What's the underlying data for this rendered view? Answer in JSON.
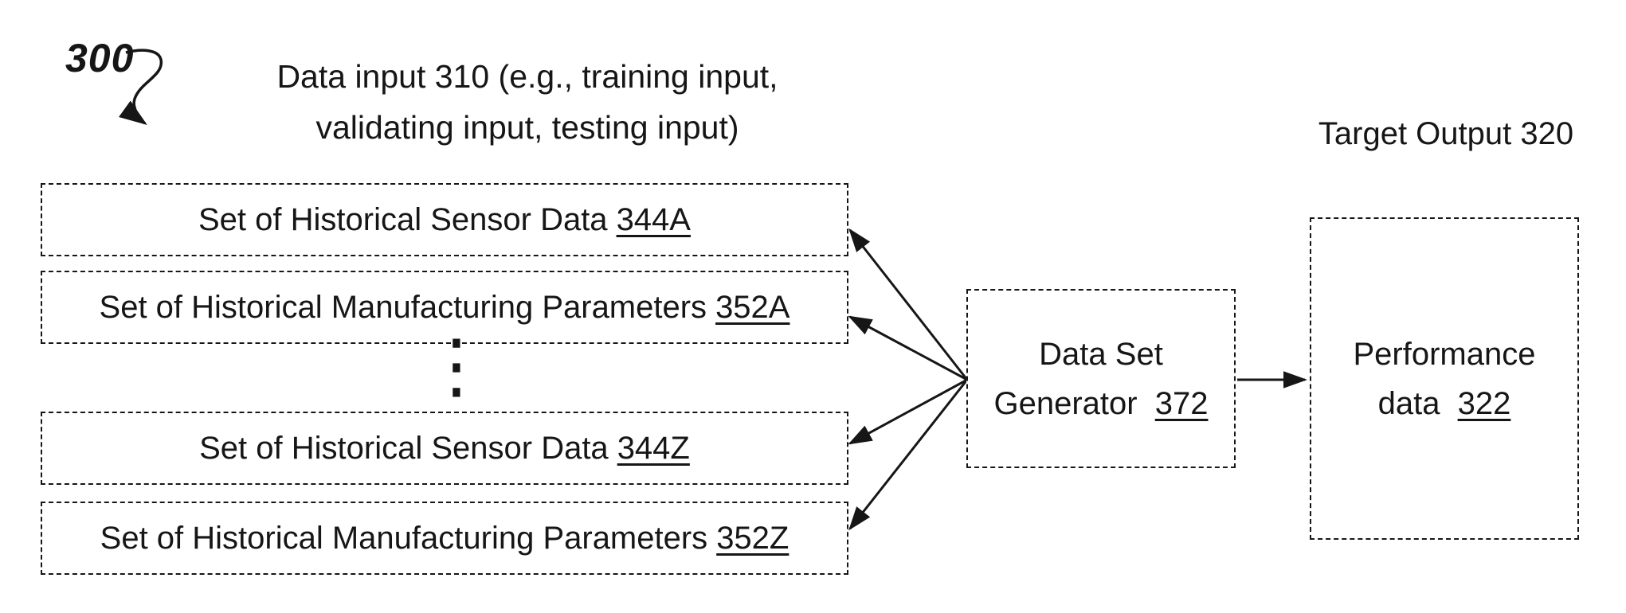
{
  "figure": {
    "number": "300"
  },
  "header": {
    "data_input_line1": "Data input 310 (e.g., training input,",
    "data_input_line2": "validating input, testing input)",
    "target_output": "Target Output 320"
  },
  "input_boxes": [
    {
      "label": "Set of Historical Sensor Data",
      "ref": "344A"
    },
    {
      "label": "Set of Historical Manufacturing Parameters",
      "ref": "352A"
    },
    {
      "label": "Set of Historical Sensor Data",
      "ref": "344Z"
    },
    {
      "label": "Set of Historical Manufacturing Parameters",
      "ref": "352Z"
    }
  ],
  "generator_box": {
    "line1": "Data Set",
    "line2_label": "Generator",
    "ref": "372"
  },
  "output_box": {
    "line1": "Performance",
    "line2_label": "data",
    "ref": "322"
  },
  "icons": {
    "vertical_ellipsis_icon": "⋮",
    "figure_leader_arrow_icon": "curved-arrow-down-right",
    "connector_arrowhead_icon": "solid-triangle"
  },
  "colors": {
    "ink": "#161616",
    "background": "#ffffff"
  }
}
